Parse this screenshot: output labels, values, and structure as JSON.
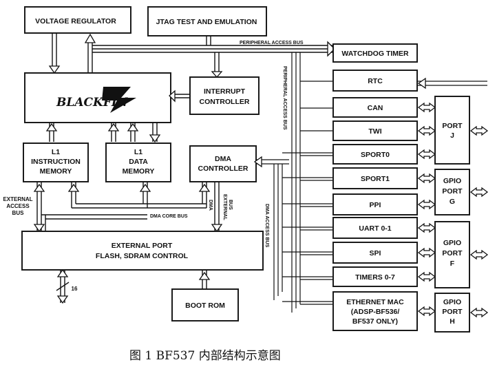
{
  "blocks": {
    "voltage_regulator": "VOLTAGE REGULATOR",
    "jtag": "JTAG TEST AND EMULATION",
    "watchdog": "WATCHDOG TIMER",
    "rtc": "RTC",
    "interrupt": [
      "INTERRUPT",
      "CONTROLLER"
    ],
    "core_logo": "BLACKFIN",
    "l1_instruction": [
      "L1",
      "INSTRUCTION",
      "MEMORY"
    ],
    "l1_data": [
      "L1",
      "DATA",
      "MEMORY"
    ],
    "dma_controller": [
      "DMA",
      "CONTROLLER"
    ],
    "can": "CAN",
    "twi": "TWI",
    "sport0": "SPORT0",
    "sport1": "SPORT1",
    "ppi": "PPI",
    "uart": "UART 0-1",
    "spi": "SPI",
    "timers": "TIMERS 0-7",
    "ethernet": [
      "ETHERNET MAC",
      "(ADSP-BF536/",
      "BF537 ONLY)"
    ],
    "port_j": [
      "PORT",
      "J"
    ],
    "gpio_g": [
      "GPIO",
      "PORT",
      "G"
    ],
    "gpio_f": [
      "GPIO",
      "PORT",
      "F"
    ],
    "gpio_h": [
      "GPIO",
      "PORT",
      "H"
    ],
    "external_port": [
      "EXTERNAL PORT",
      "FLASH, SDRAM CONTROL"
    ],
    "boot_rom": "BOOT ROM"
  },
  "buses": {
    "peripheral_access_bus": "PERIPHERAL ACCESS BUS",
    "peripheral_access_bus_vertical": "PERIPHERAL ACCESS BUS",
    "dma_access_bus": "DMA ACCESS BUS",
    "dma_core_bus": "DMA CORE BUS",
    "external_access_bus": [
      "EXTERNAL",
      "ACCESS",
      "BUS"
    ],
    "dma_external_bus": [
      "DMA",
      "EXTERNAL",
      "BUS"
    ],
    "bus_width": "16"
  },
  "caption": "图 1   BF537 内部结构示意图"
}
